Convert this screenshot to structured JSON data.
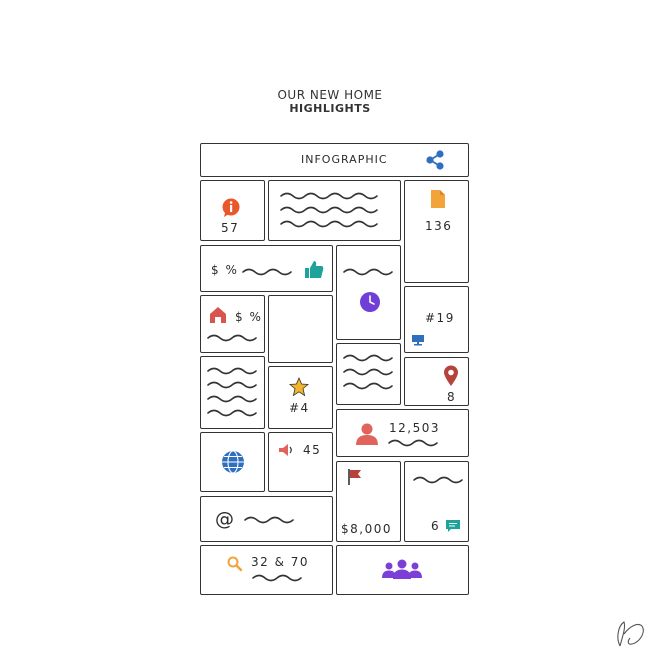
{
  "header": {
    "line1": "OUR NEW HOME",
    "line2": "HIGHLIGHTS"
  },
  "banner": {
    "label": "INFOGRAPHIC",
    "icon": "share-icon",
    "icon_color": "#2f6fc0"
  },
  "tiles": {
    "info": {
      "value": "57",
      "icon": "info-icon",
      "color": "#e8582b"
    },
    "document": {
      "value": "136",
      "icon": "document-icon",
      "color": "#f2a33a"
    },
    "money_like": {
      "label": "$ %",
      "icon": "thumbs-up-icon",
      "color": "#1ea39a"
    },
    "home": {
      "label": "$ %",
      "icon": "home-icon",
      "color": "#d9534f"
    },
    "clock": {
      "icon": "clock-icon",
      "color": "#6f3fd8"
    },
    "monitor": {
      "value": "#19",
      "icon": "monitor-icon",
      "color": "#2f6fc0"
    },
    "star": {
      "value": "#4",
      "icon": "star-icon",
      "color": "#f2b52e"
    },
    "location": {
      "value": "8",
      "icon": "map-pin-icon",
      "color": "#b5433b"
    },
    "user": {
      "value": "12,503",
      "icon": "user-icon",
      "color": "#e0645c"
    },
    "globe": {
      "icon": "globe-icon",
      "color": "#2f6fc0"
    },
    "speaker": {
      "value": "45",
      "icon": "speaker-icon",
      "color": "#e0645c"
    },
    "flag": {
      "value": "$8,000",
      "icon": "flag-icon",
      "color": "#b5433b"
    },
    "email": {
      "label": "@",
      "icon": "at-icon"
    },
    "chat": {
      "value": "6",
      "icon": "chat-icon",
      "color": "#1ea39a"
    },
    "search": {
      "value": "32 & 70",
      "icon": "search-icon",
      "color": "#f2a33a"
    },
    "group": {
      "icon": "group-icon",
      "color": "#7b3fd8"
    }
  }
}
